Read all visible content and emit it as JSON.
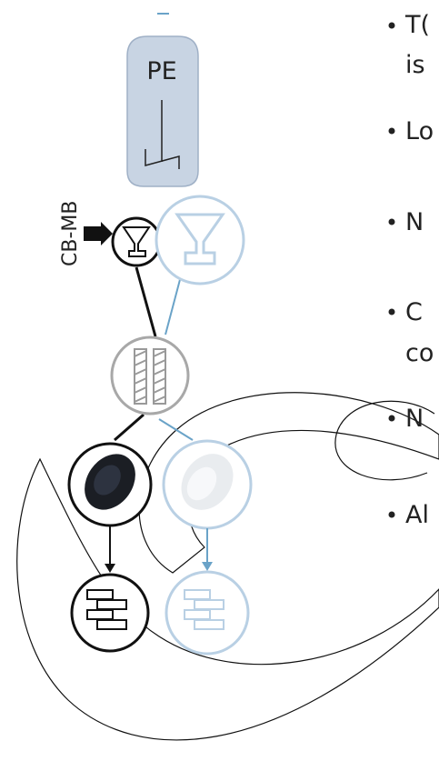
{
  "diagram": {
    "colors": {
      "pe_fill": "#c8d4e3",
      "pe_stroke": "#9fb0c6",
      "blue_line": "#6aa3c8",
      "faded_stroke": "#b9d0e4",
      "black": "#111111",
      "white": "#ffffff"
    },
    "pe_container": {
      "label": "PE"
    },
    "feeder_label": "CB-MB",
    "icons": [
      "hopper-icon",
      "hopper-faded-icon",
      "twin-screw-extruder-icon",
      "black-pellets-icon",
      "white-pellets-icon",
      "product-stack-icon",
      "product-stack-faded-icon",
      "feed-arrow-icon"
    ],
    "bullets": [
      {
        "line1": "T(",
        "line2": "is"
      },
      {
        "line1": "Lo"
      },
      {
        "line1": "N"
      },
      {
        "line1": "C",
        "line2": "co"
      },
      {
        "line1": "N"
      },
      {
        "line1": "Al"
      }
    ]
  }
}
